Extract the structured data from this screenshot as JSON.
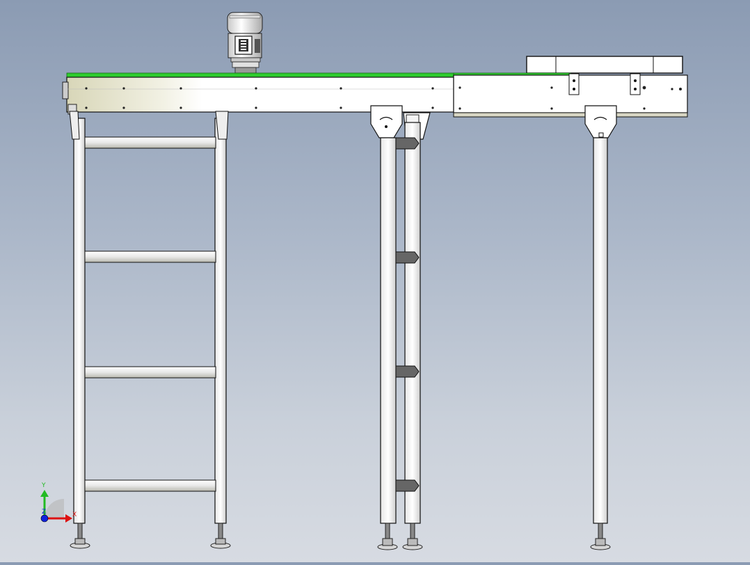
{
  "viewport": {
    "background_top": "#8b9bb3",
    "background_bottom": "#d7dbe2",
    "belt_color": "#2ecc2e",
    "frame_color": "#ffffff",
    "outline_color": "#1a1a1a"
  },
  "triad": {
    "y_label": "Y",
    "x_label": "X",
    "z_label": "Z",
    "y_color": "#22bb22",
    "x_color": "#dd1111",
    "z_color": "#1122dd"
  },
  "scene": {
    "description_icons": [
      "gear-motor-icon",
      "conveyor-belt-icon",
      "support-leg-icon",
      "leveling-foot-icon"
    ]
  }
}
